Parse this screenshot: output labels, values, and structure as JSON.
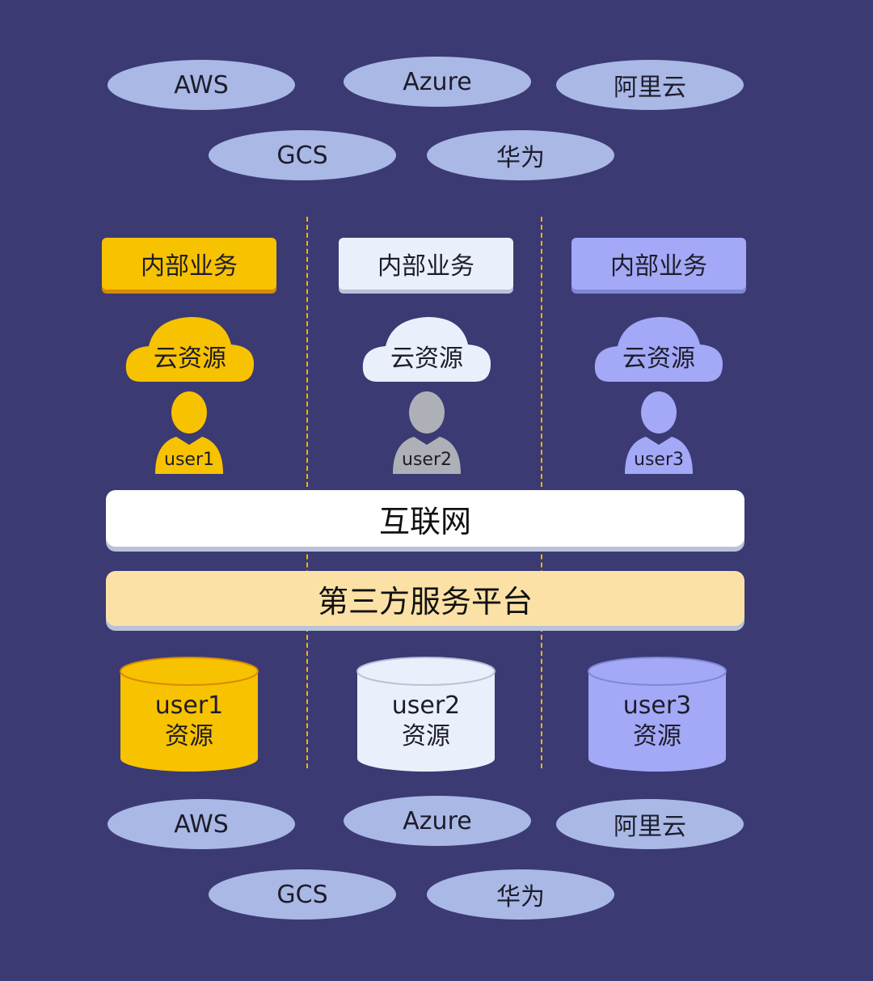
{
  "top_providers": [
    "AWS",
    "Azure",
    "阿里云",
    "GCS",
    "华为"
  ],
  "bottom_providers": [
    "AWS",
    "Azure",
    "阿里云",
    "GCS",
    "华为"
  ],
  "columns": [
    {
      "internal": "内部业务",
      "cloud": "云资源",
      "user": "user1",
      "resource_user": "user1",
      "resource_word": "资源",
      "color": "#f7c200",
      "shadow": "#d98a00"
    },
    {
      "internal": "内部业务",
      "cloud": "云资源",
      "user": "user2",
      "resource_user": "user2",
      "resource_word": "资源",
      "color": "#eaf0fb",
      "person": "#aeb0b8",
      "shadow": "#b9c2d8"
    },
    {
      "internal": "内部业务",
      "cloud": "云资源",
      "user": "user3",
      "resource_user": "user3",
      "resource_word": "资源",
      "color": "#a3a8f7",
      "shadow": "#8088d6"
    }
  ],
  "internet": "互联网",
  "platform": "第三方服务平台",
  "colors": {
    "background": "#3b3a73",
    "provider": "#aab8e6",
    "internet": "#ffffff",
    "platform": "#fbe1a6",
    "divider": "#f0b400"
  }
}
